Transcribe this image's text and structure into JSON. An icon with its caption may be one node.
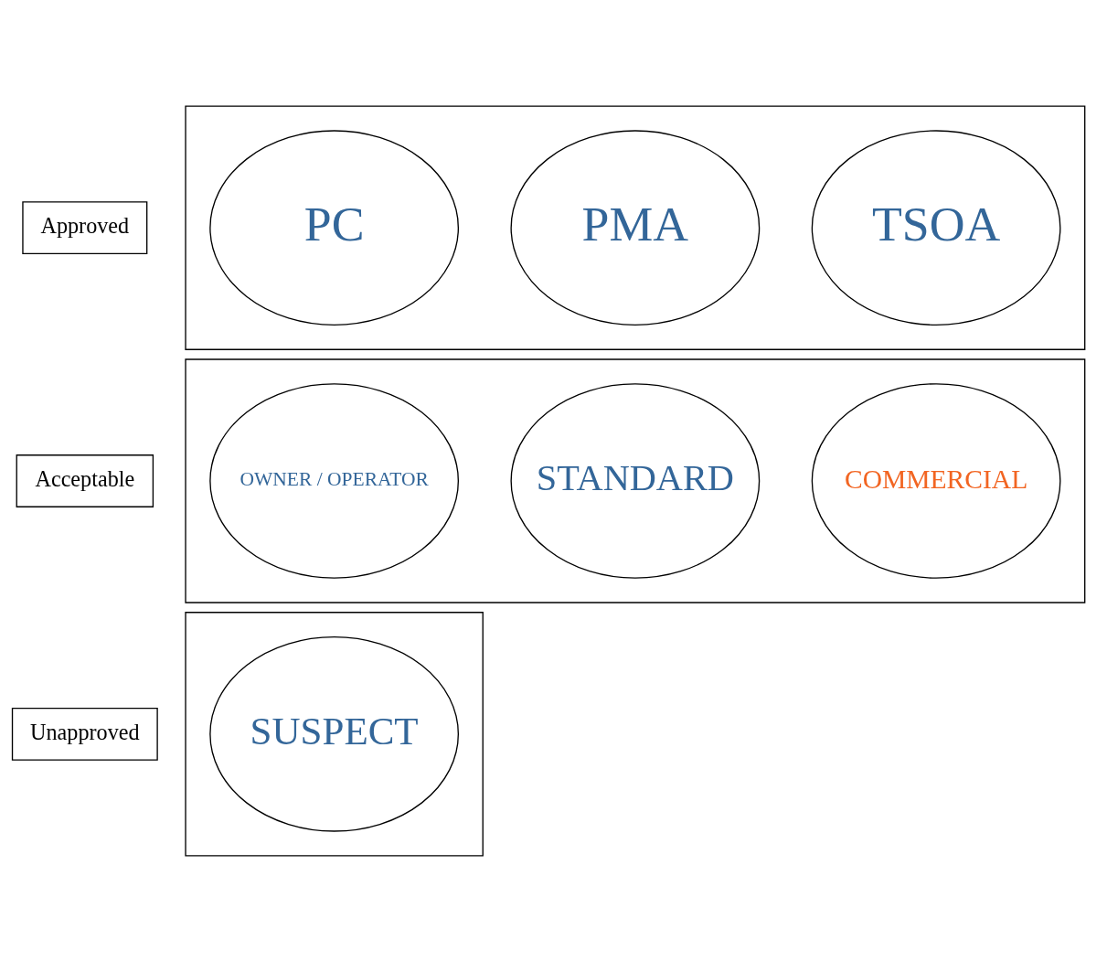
{
  "diagram": {
    "nodes": [
      {
        "text": [
          "Approved"
        ]
      },
      {
        "text": [],
        "shape": "box"
      },
      {
        "text": [
          "PC"
        ],
        "in": 1
      },
      {
        "text": [
          "PMA"
        ],
        "in": 1
      },
      {
        "text": [
          "TSOA"
        ],
        "in": 1
      },
      {
        "text": [
          "Acceptable"
        ]
      },
      {
        "text": [],
        "shape": "box"
      },
      {
        "text": [
          "OWNER / OPERATOR"
        ],
        "in": 6
      },
      {
        "text": [
          "STANDARD"
        ],
        "in": 6
      },
      {
        "text": [
          "COMMERCIAL"
        ],
        "in": 6
      },
      {
        "text": [
          "Unapproved"
        ]
      },
      {
        "text": [],
        "shape": "box"
      },
      {
        "text": [
          "SUSPECT"
        ],
        "in": 11
      }
    ],
    "edges": []
  }
}
